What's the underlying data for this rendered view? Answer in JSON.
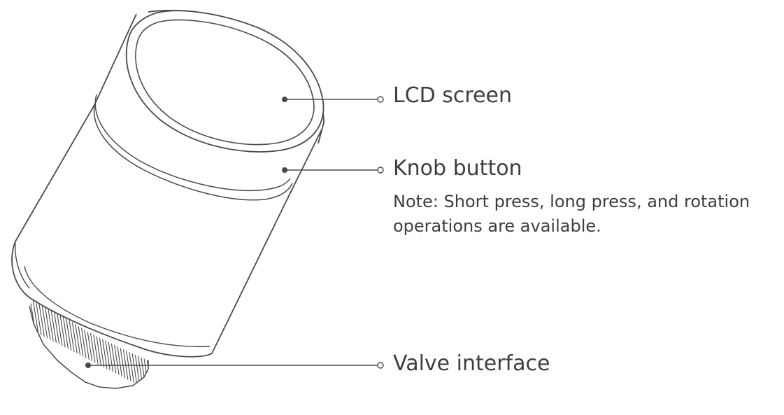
{
  "callouts": {
    "lcd_screen": "LCD screen",
    "knob_button": "Knob button",
    "knob_note": "Note: Short press, long press, and rotation operations are available.",
    "valve_interface": "Valve interface"
  },
  "colors": {
    "line": "#4a4a4a",
    "text": "#3e3e3e",
    "background": "#ffffff"
  }
}
